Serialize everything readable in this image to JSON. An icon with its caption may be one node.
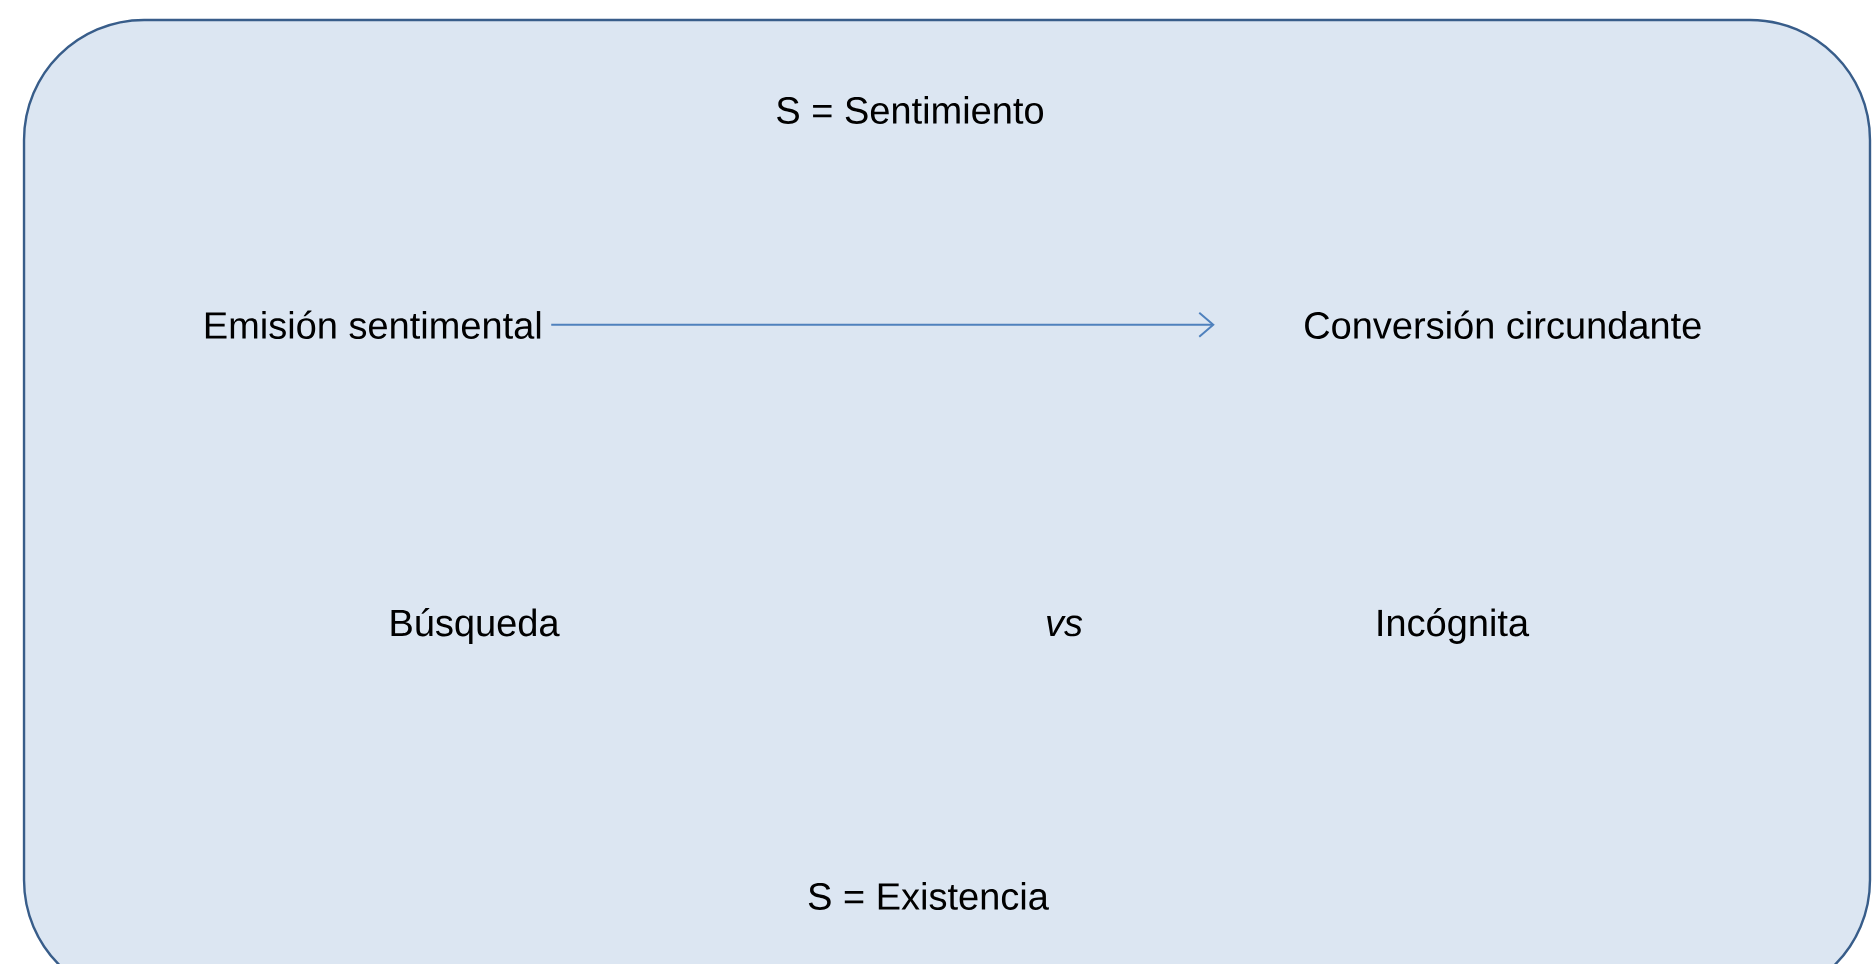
{
  "diagram": {
    "nodes": [
      {
        "text": [],
        "shape": "box"
      },
      {
        "text": [
          "Emisión sentimental"
        ],
        "in": 0
      },
      {
        "text": [
          "Conversión circundante"
        ],
        "in": 0
      }
    ],
    "edges": [
      {
        "from": 1,
        "to": 2,
        "arrow": "to"
      }
    ],
    "labels": [
      "S = Sentimiento",
      "Búsqueda",
      "vs",
      "Incógnita",
      "S = Existencia"
    ]
  }
}
